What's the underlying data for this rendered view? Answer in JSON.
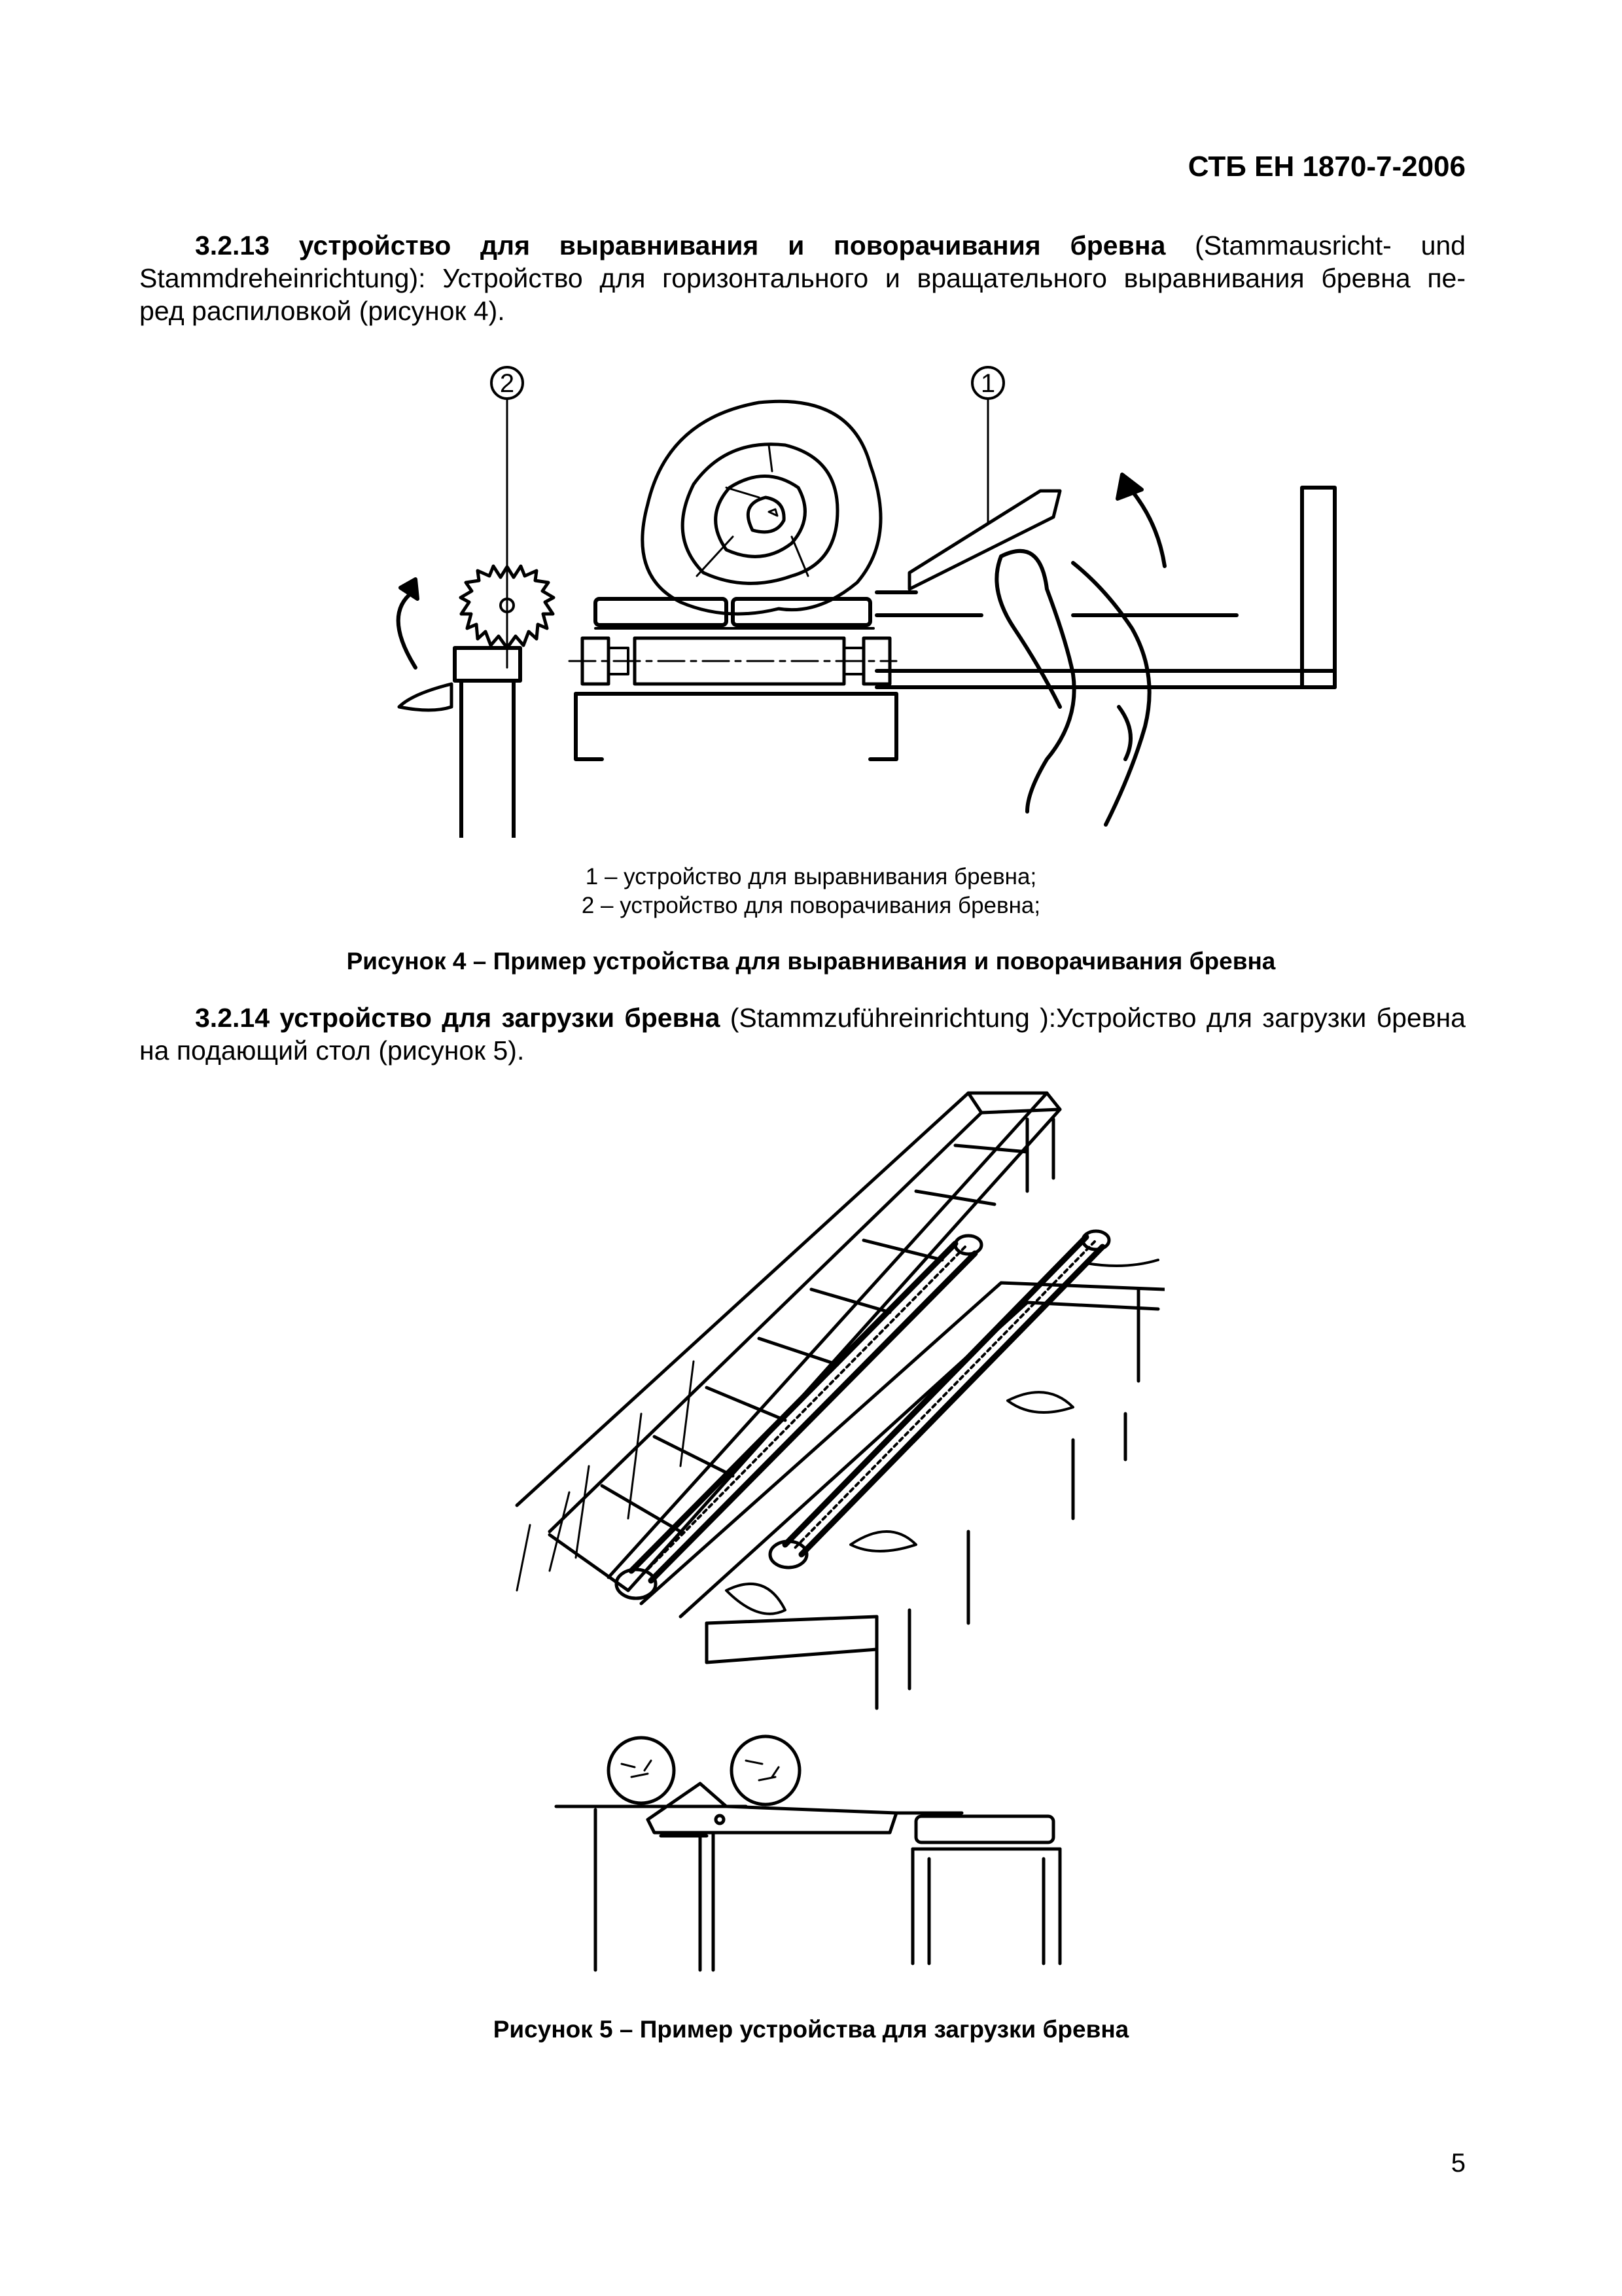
{
  "header": {
    "doc_code": "СТБ ЕН 1870-7-2006"
  },
  "section_3_2_13": {
    "number": "3.2.13",
    "term": "устройство для выравнивания и поворачивания бревна",
    "german_line1": "(Stammausricht-  und",
    "german_line2_start": "Stammdreheinrichtung):",
    "definition_line2_rest": "Устройство для горизонтального и вращательного выравнивания бревна пе-",
    "definition_line3": "ред распиловкой (рисунок 4)."
  },
  "figure4": {
    "callout_1": "1",
    "callout_2": "2",
    "legend": [
      "1 – устройство для выравнивания бревна;",
      "2 – устройство для поворачивания бревна;"
    ],
    "caption": "Рисунок 4 – Пример устройства для выравнивания и поворачивания бревна"
  },
  "section_3_2_14": {
    "number": "3.2.14",
    "term": "устройство для загрузки бревна",
    "german": "(Stammzuführeinrichtung ):Устройство для загрузки бревна",
    "definition_line2": "на подающий стол (рисунок 5)."
  },
  "figure5": {
    "caption": "Рисунок 5 – Пример устройства для загрузки бревна"
  },
  "footer": {
    "page_number": "5"
  }
}
